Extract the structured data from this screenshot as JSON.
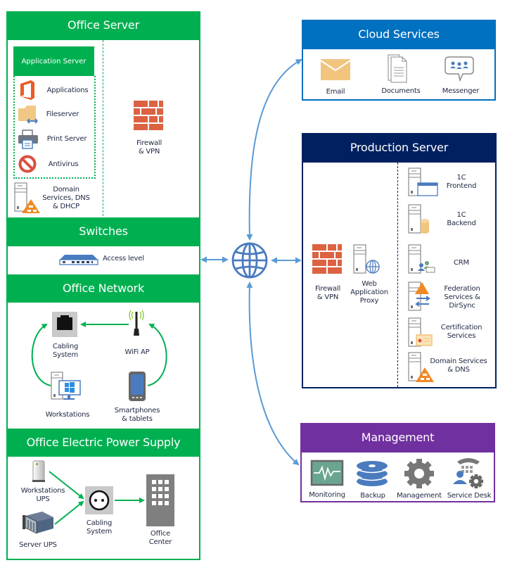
{
  "colors": {
    "office_green": "#00b050",
    "cloud_blue": "#0070c0",
    "production_navy": "#002060",
    "management_purple": "#7030a0",
    "connector_blue": "#5b9bd5"
  },
  "office_server": {
    "title": "Office Server",
    "application_server": {
      "title": "Application Server",
      "items": [
        {
          "label": "Applications",
          "icon": "office-icon"
        },
        {
          "label": "Fileserver",
          "icon": "folder-icon"
        },
        {
          "label": "Print Server",
          "icon": "printer-icon"
        },
        {
          "label": "Antivirus",
          "icon": "prohibited-icon"
        }
      ]
    },
    "domain_services": {
      "label_line1": "Domain",
      "label_line2": "Services, DNS",
      "label_line3": "& DHCP",
      "icon": "server-network-icon"
    },
    "firewall": {
      "label_line1": "Firewall",
      "label_line2": "& VPN",
      "icon": "firewall-icon"
    }
  },
  "switches": {
    "title": "Switches",
    "item": {
      "label": "Access level",
      "icon": "switch-icon"
    }
  },
  "office_network": {
    "title": "Office Network",
    "cabling": {
      "label_line1": "Cabling",
      "label_line2": "System"
    },
    "wifi": {
      "label": "WiFi AP"
    },
    "workstations": {
      "label": "Workstations"
    },
    "smartphones": {
      "label_line1": "Smartphones",
      "label_line2": "& tablets"
    }
  },
  "power_supply": {
    "title": "Office Electric Power Supply",
    "workstations_ups": {
      "label_line1": "Workstations",
      "label_line2": "UPS"
    },
    "server_ups": {
      "label": "Server UPS"
    },
    "cabling": {
      "label_line1": "Cabling",
      "label_line2": "System"
    },
    "office_center": {
      "label_line1": "Office",
      "label_line2": "Center"
    }
  },
  "internet": {
    "icon": "globe-icon"
  },
  "cloud_services": {
    "title": "Cloud Services",
    "items": [
      {
        "label": "Email",
        "icon": "envelope-icon"
      },
      {
        "label": "Documents",
        "icon": "documents-icon"
      },
      {
        "label": "Messenger",
        "icon": "chat-icon"
      }
    ]
  },
  "production_server": {
    "title": "Production Server",
    "firewall": {
      "label_line1": "Firewall",
      "label_line2": "& VPN"
    },
    "proxy": {
      "label_line1": "Web",
      "label_line2": "Application",
      "label_line3": "Proxy"
    },
    "services": [
      {
        "line1": "1C",
        "line2": "Frontend"
      },
      {
        "line1": "1C",
        "line2": "Backend"
      },
      {
        "line1": "CRM",
        "line2": ""
      },
      {
        "line1": "Federation",
        "line2": "Services &",
        "line3": "DirSync"
      },
      {
        "line1": "Certification",
        "line2": "Services"
      },
      {
        "line1": "Domain Services",
        "line2": "& DNS"
      }
    ]
  },
  "management": {
    "title": "Management",
    "items": [
      {
        "label": "Monitoring",
        "icon": "monitor-pulse-icon"
      },
      {
        "label": "Backup",
        "icon": "disks-icon"
      },
      {
        "label": "Management",
        "icon": "gear-icon"
      },
      {
        "label": "Service Desk",
        "icon": "service-desk-icon"
      }
    ]
  }
}
